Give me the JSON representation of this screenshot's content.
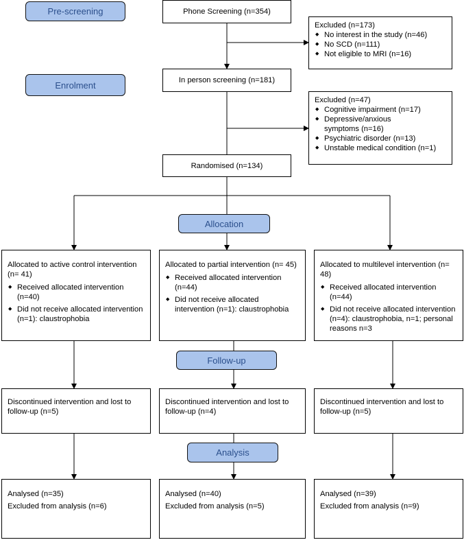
{
  "stages": {
    "prescreening": "Pre-screening",
    "enrolment": "Enrolment",
    "allocation": "Allocation",
    "followup": "Follow-up",
    "analysis": "Analysis"
  },
  "phone_screening": "Phone Screening (n=354)",
  "excluded1": {
    "title": "Excluded (n=173)",
    "items": [
      "No interest in the study (n=46)",
      "No SCD (n=111)",
      "Not eligible to MRI (n=16)"
    ]
  },
  "in_person_screening": "In person screening (n=181)",
  "excluded2": {
    "title": "Excluded (n=47)",
    "items": [
      "Cognitive impairment (n=17)",
      "Depressive/anxious symptoms (n=16)",
      "Psychiatric disorder (n=13)",
      "Unstable medical condition (n=1)"
    ]
  },
  "randomised": "Randomised (n=134)",
  "arms": [
    {
      "allocated": "Allocated to active control intervention (n= 41)",
      "received": "Received allocated intervention (n=40)",
      "not_received": "Did not receive allocated intervention (n=1): claustrophobia",
      "discontinued": "Discontinued intervention and lost to follow-up (n=5)",
      "analysed": "Analysed (n=35)",
      "excluded": "Excluded from analysis (n=6)"
    },
    {
      "allocated": "Allocated to partial intervention (n= 45)",
      "received": "Received allocated intervention (n=44)",
      "not_received": "Did not receive allocated intervention (n=1): claustrophobia",
      "discontinued": "Discontinued intervention and lost to follow-up (n=4)",
      "analysed": "Analysed (n=40)",
      "excluded": "Excluded from analysis (n=5)"
    },
    {
      "allocated": "Allocated to multilevel intervention (n= 48)",
      "received": "Received allocated intervention (n=44)",
      "not_received": "Did not receive allocated intervention (n=4): claustrophobia, n=1; personal reasons n=3",
      "discontinued": "Discontinued intervention and lost to follow-up (n=5)",
      "analysed": "Analysed (n=39)",
      "excluded": "Excluded from analysis (n=9)"
    }
  ]
}
